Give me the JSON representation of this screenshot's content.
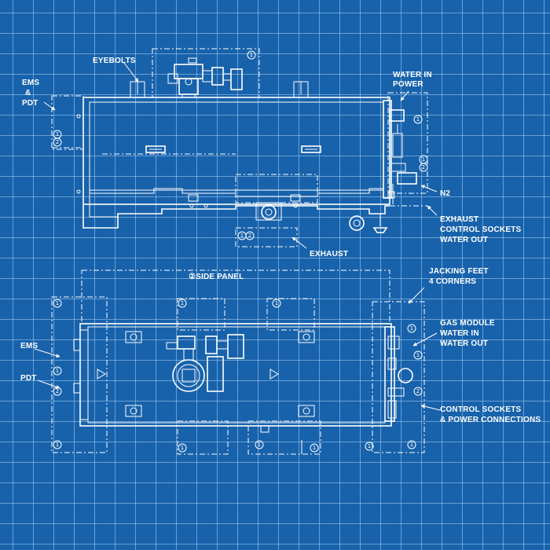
{
  "labels": {
    "eyebolts": "EYEBOLTS",
    "ems_top": "EMS",
    "amp": "&",
    "pdt_top": "PDT",
    "water_in": "WATER IN",
    "power": "POWER",
    "n2": "N2",
    "exhaust_sockets_1": "EXHAUST",
    "exhaust_sockets_2": "CONTROL SOCKETS",
    "exhaust_sockets_3": "WATER OUT",
    "exhaust": "EXHAUST",
    "side_panel": "②SIDE PANEL",
    "jacking_1": "JACKING FEET",
    "jacking_2": "4 CORNERS",
    "gas_1": "GAS MODULE",
    "gas_2": "WATER IN",
    "gas_3": "WATER OUT",
    "ems_bottom": "EMS",
    "pdt_bottom": "PDT",
    "control_1": "CONTROL SOCKETS",
    "control_2": "& POWER CONNECTIONS"
  },
  "markers": {
    "one": "1",
    "two": "2"
  },
  "colors": {
    "background": "#1862ab",
    "grid": "#aad2f5",
    "lines": "#ffffff"
  }
}
